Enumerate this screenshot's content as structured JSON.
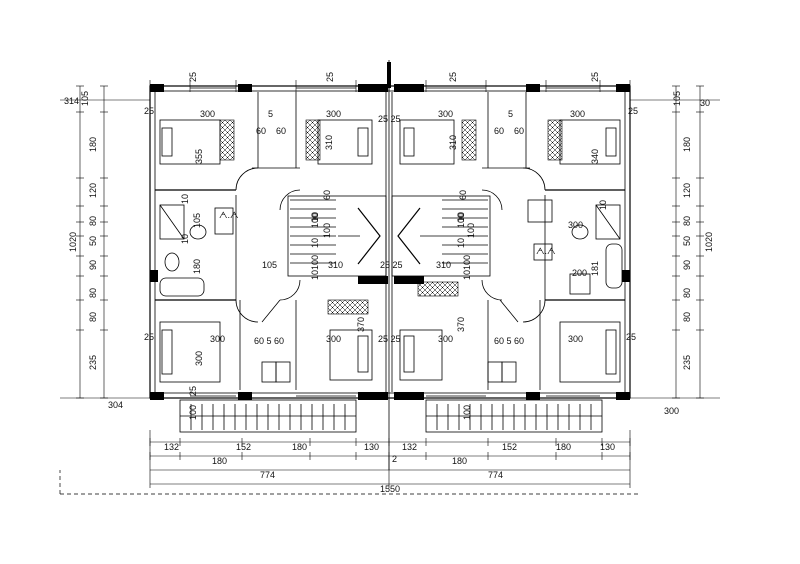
{
  "labels": [
    {
      "id": "top-105-left",
      "text": "105"
    },
    {
      "id": "top-314",
      "text": "314"
    },
    {
      "id": "top-25-a",
      "text": "25"
    },
    {
      "id": "top-25-b",
      "text": "25"
    },
    {
      "id": "top-25-c",
      "text": "25"
    },
    {
      "id": "top-25-d",
      "text": "25"
    },
    {
      "id": "top-105-right",
      "text": "105"
    },
    {
      "id": "top-30-right",
      "text": "30"
    },
    {
      "id": "room-300-tl",
      "text": "300"
    },
    {
      "id": "room-5-tl",
      "text": "5"
    },
    {
      "id": "room-300-tc",
      "text": "300"
    },
    {
      "id": "room-2525-top",
      "text": "25 25"
    },
    {
      "id": "room-300-tc2",
      "text": "300"
    },
    {
      "id": "room-5-tr",
      "text": "5"
    },
    {
      "id": "room-300-tr",
      "text": "300"
    },
    {
      "id": "c-25-left",
      "text": "25"
    },
    {
      "id": "c-25-right",
      "text": "25"
    },
    {
      "id": "d-60-a",
      "text": "60"
    },
    {
      "id": "d-60-b",
      "text": "60"
    },
    {
      "id": "d-60-c",
      "text": "60"
    },
    {
      "id": "d-60-d",
      "text": "60"
    },
    {
      "id": "v-355",
      "text": "355"
    },
    {
      "id": "v-310-a",
      "text": "310"
    },
    {
      "id": "v-310-b",
      "text": "310"
    },
    {
      "id": "v-340",
      "text": "340"
    },
    {
      "id": "l-180",
      "text": "180"
    },
    {
      "id": "l-120",
      "text": "120"
    },
    {
      "id": "l-80-a",
      "text": "80"
    },
    {
      "id": "l-50",
      "text": "50"
    },
    {
      "id": "l-90",
      "text": "90"
    },
    {
      "id": "l-80-b",
      "text": "80"
    },
    {
      "id": "l-80-c",
      "text": "80"
    },
    {
      "id": "l-235",
      "text": "235"
    },
    {
      "id": "l-1020",
      "text": "1020"
    },
    {
      "id": "r-180",
      "text": "180"
    },
    {
      "id": "r-120",
      "text": "120"
    },
    {
      "id": "r-80-a",
      "text": "80"
    },
    {
      "id": "r-50",
      "text": "50"
    },
    {
      "id": "r-90",
      "text": "90"
    },
    {
      "id": "r-80-b",
      "text": "80"
    },
    {
      "id": "r-80-c",
      "text": "80"
    },
    {
      "id": "r-235",
      "text": "235"
    },
    {
      "id": "r-1020",
      "text": "1020"
    },
    {
      "id": "s-60-a",
      "text": "60"
    },
    {
      "id": "s-60-b",
      "text": "60"
    },
    {
      "id": "s-10-a",
      "text": "10"
    },
    {
      "id": "s-10-b",
      "text": "10"
    },
    {
      "id": "s-100-a",
      "text": "100"
    },
    {
      "id": "s-100-b",
      "text": "100"
    },
    {
      "id": "s-10-c",
      "text": "10"
    },
    {
      "id": "s-10-d",
      "text": "10"
    },
    {
      "id": "s-100-c",
      "text": "100"
    },
    {
      "id": "s-100-d",
      "text": "100"
    },
    {
      "id": "s-10100-left",
      "text": "10100"
    },
    {
      "id": "s-310-left",
      "text": "310"
    },
    {
      "id": "s-2525-mid",
      "text": "25 25"
    },
    {
      "id": "s-310-right",
      "text": "310"
    },
    {
      "id": "s-10100-right",
      "text": "10100"
    },
    {
      "id": "b-10-a",
      "text": "10"
    },
    {
      "id": "b-105",
      "text": "105"
    },
    {
      "id": "b-180-a",
      "text": "180"
    },
    {
      "id": "b-105-b",
      "text": "105"
    },
    {
      "id": "b-300-a",
      "text": "300"
    },
    {
      "id": "b-181",
      "text": "181"
    },
    {
      "id": "b-200",
      "text": "200"
    },
    {
      "id": "b-10-b",
      "text": "10"
    },
    {
      "id": "b-10-c",
      "text": "10"
    },
    {
      "id": "w-300-bl",
      "text": "300"
    },
    {
      "id": "w-300-bc",
      "text": "300"
    },
    {
      "id": "w-370-a",
      "text": "370"
    },
    {
      "id": "w-2525-b",
      "text": "25 25"
    },
    {
      "id": "w-300-bc2",
      "text": "300"
    },
    {
      "id": "w-370-b",
      "text": "370"
    },
    {
      "id": "w-300-br",
      "text": "300"
    },
    {
      "id": "w-6060-l",
      "text": "60 5 60"
    },
    {
      "id": "w-6060-r",
      "text": "60 5 60"
    },
    {
      "id": "w-25-left",
      "text": "25"
    },
    {
      "id": "w-25-right",
      "text": "25"
    },
    {
      "id": "w-300-v",
      "text": "300"
    },
    {
      "id": "bot-25-a",
      "text": "25"
    },
    {
      "id": "bot-304",
      "text": "304"
    },
    {
      "id": "bot-100-a",
      "text": "100"
    },
    {
      "id": "bot-100-b",
      "text": "100"
    },
    {
      "id": "bot-300-right",
      "text": "300"
    },
    {
      "id": "bd-132-a",
      "text": "132"
    },
    {
      "id": "bd-152-a",
      "text": "152"
    },
    {
      "id": "bd-180-a",
      "text": "180"
    },
    {
      "id": "bd-130-a",
      "text": "130"
    },
    {
      "id": "bd-132-b",
      "text": "132"
    },
    {
      "id": "bd-152-b",
      "text": "152"
    },
    {
      "id": "bd-180-b",
      "text": "180"
    },
    {
      "id": "bd-130-b",
      "text": "130"
    },
    {
      "id": "bd-180-c",
      "text": "180"
    },
    {
      "id": "bd-2",
      "text": "2"
    },
    {
      "id": "bd-180-d",
      "text": "180"
    },
    {
      "id": "bd-774-a",
      "text": "774"
    },
    {
      "id": "bd-774-b",
      "text": "774"
    },
    {
      "id": "bd-1550",
      "text": "1550"
    },
    {
      "id": "fix-wc-a",
      "text": "ᗅ.ᗅ"
    },
    {
      "id": "fix-wc-b",
      "text": "ᗅ.ᗅ"
    }
  ]
}
